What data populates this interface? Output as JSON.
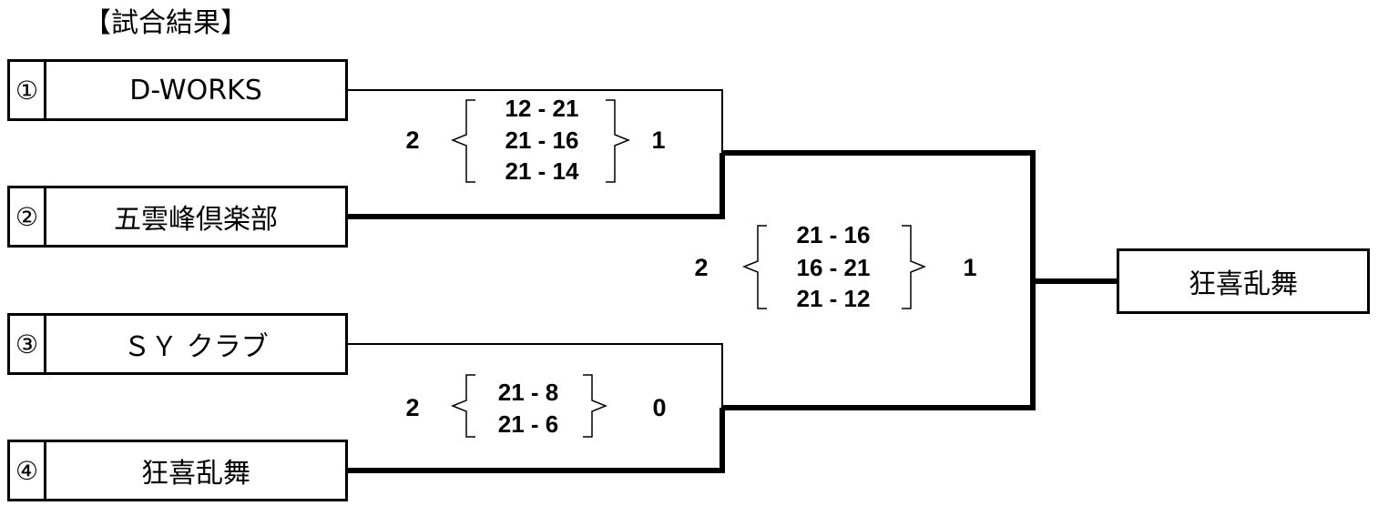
{
  "title": "【試合結果】",
  "teams": [
    {
      "seed": "①",
      "name": "D-WORKS"
    },
    {
      "seed": "②",
      "name": "五雲峰倶楽部"
    },
    {
      "seed": "③",
      "name": "ＳＹ クラブ"
    },
    {
      "seed": "④",
      "name": "狂喜乱舞"
    }
  ],
  "matches": [
    {
      "left_games": "2",
      "right_games": "1",
      "sets": [
        "12 - 21",
        "21 - 16",
        "21 - 14"
      ]
    },
    {
      "left_games": "2",
      "right_games": "0",
      "sets": [
        "21 - 8",
        "21 - 6"
      ]
    },
    {
      "left_games": "2",
      "right_games": "1",
      "sets": [
        "21 - 16",
        "16 - 21",
        "21 - 12"
      ]
    }
  ],
  "champion": "狂喜乱舞"
}
